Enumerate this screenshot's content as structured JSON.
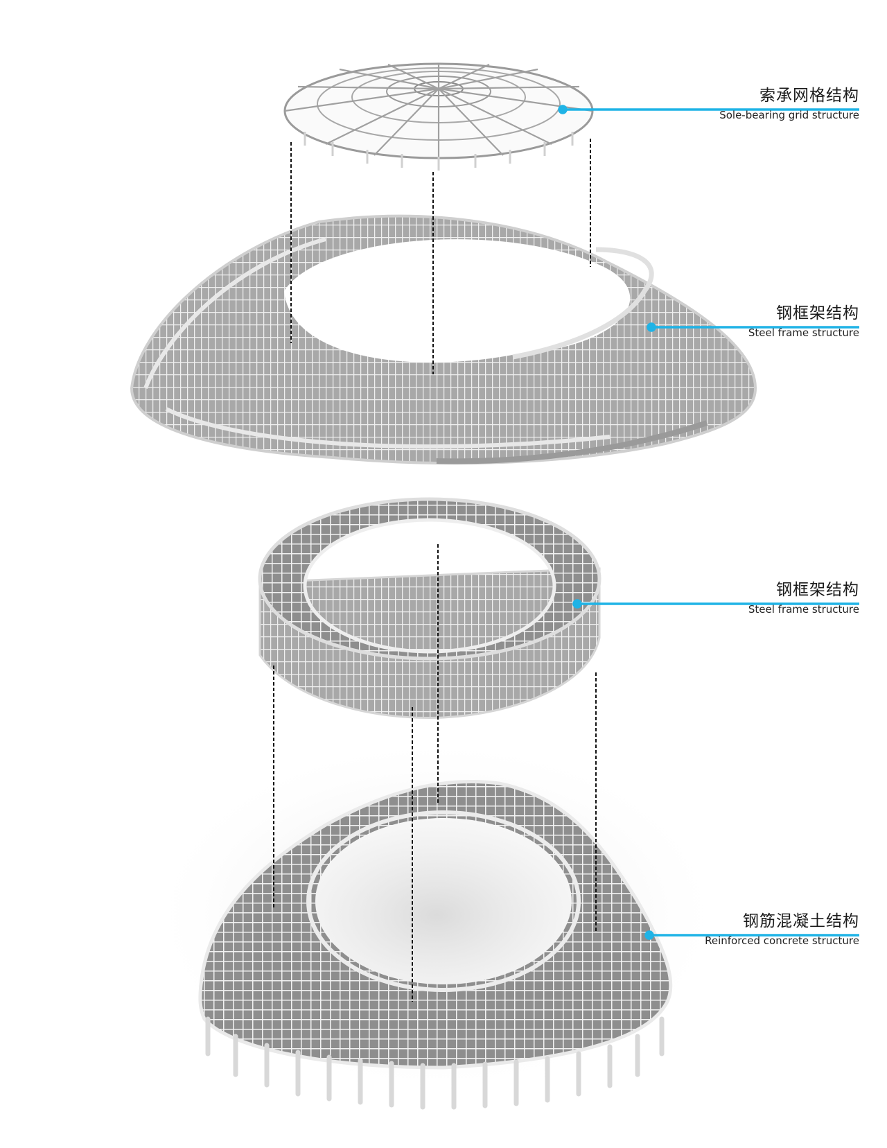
{
  "figure": {
    "type": "exploded-axonometric-structure-diagram",
    "accent_color": "#1fb3e6",
    "layers": [
      {
        "id": "roof",
        "cn": "索承网格结构",
        "en": "Sole-bearing grid structure"
      },
      {
        "id": "steel-frame-upper",
        "cn": "钢框架结构",
        "en": "Steel frame structure"
      },
      {
        "id": "steel-frame-lower",
        "cn": "钢框架结构",
        "en": "Steel frame structure"
      },
      {
        "id": "concrete-base",
        "cn": "钢筋混凝土结构",
        "en": "Reinforced concrete structure"
      }
    ]
  }
}
